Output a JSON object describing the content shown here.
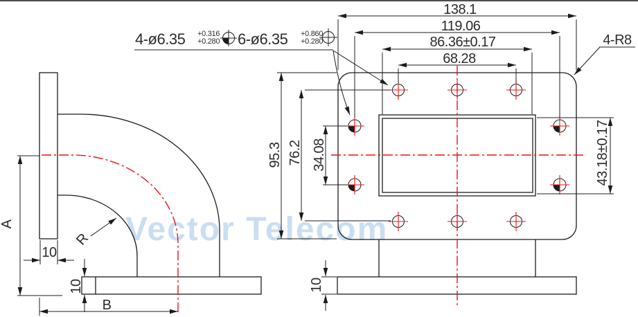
{
  "watermark": {
    "text": "Vector Telecom",
    "color": "#c9def2"
  },
  "colors": {
    "drawing_line": "#1c1c1c",
    "centerline_red": "#ee1111",
    "dimension_text": "#2b2b2b",
    "top_border": "#4d4d4d"
  },
  "hole_notes": {
    "group4": {
      "label": "4-ø6.35",
      "tol_upper": "+0.316",
      "tol_lower": "+0.280",
      "symbol": "target-circle-filled-quadrant"
    },
    "group6": {
      "label": "6-ø6.35",
      "tol_upper": "+0.860",
      "tol_lower": "+0.280",
      "symbol": "target-circle"
    }
  },
  "corner_note": {
    "label": "4-R8"
  },
  "front_view": {
    "dims": {
      "overall_width": "138.1",
      "outer_hole_span_h": "119.06",
      "aperture_width": "86.36±0.17",
      "inner_hole_span_h": "68.28",
      "overall_height": "95.3",
      "hole_row_span_v": "76.2",
      "mid_hole_span_v": "34.08",
      "aperture_height": "43.18±0.17",
      "flange_plate_thickness": "10"
    }
  },
  "side_view": {
    "dims": {
      "port_axis_to_base": "A",
      "face_to_port_axis": "B",
      "bend_radius": "R",
      "side_flange_thickness": "10",
      "bottom_flange_thickness": "10"
    }
  }
}
